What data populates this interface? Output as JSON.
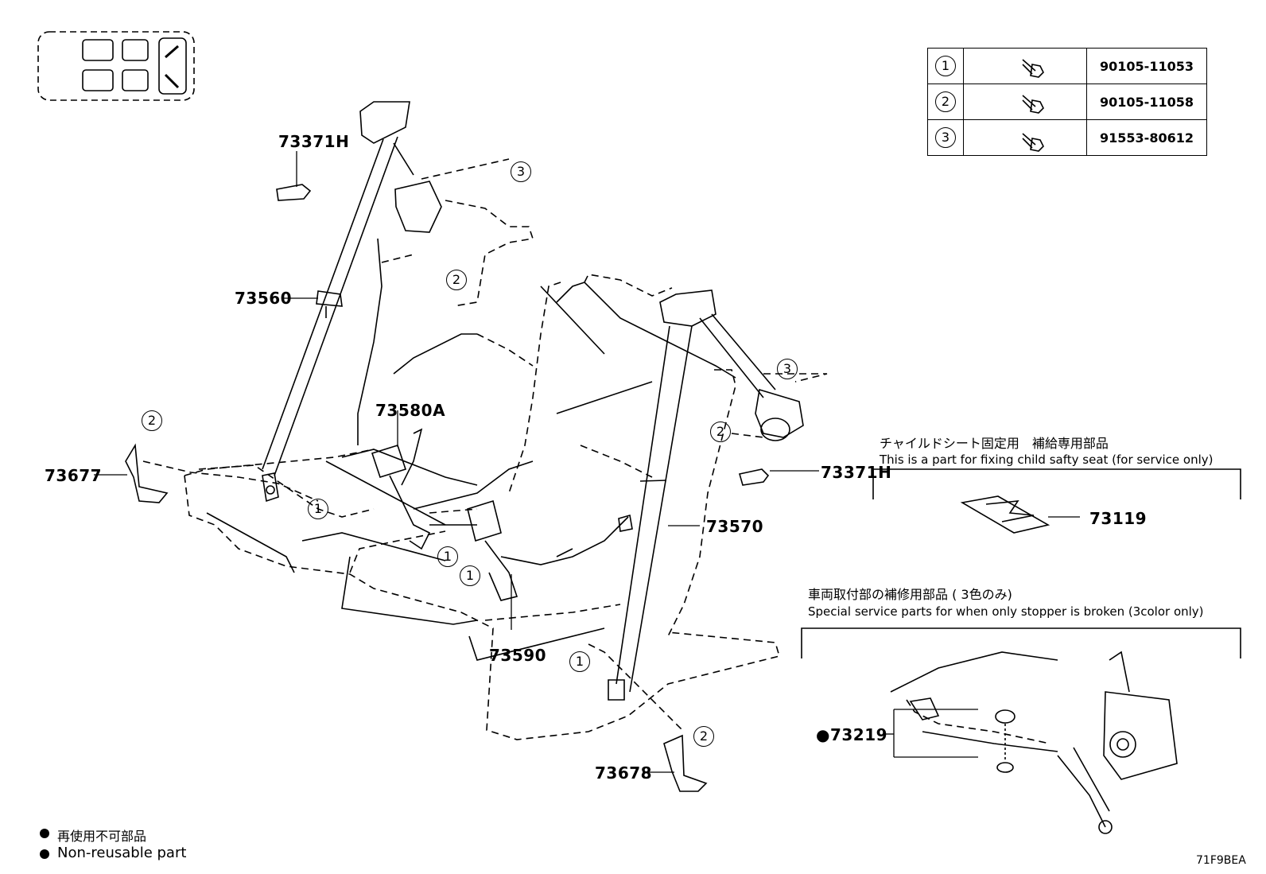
{
  "bolt_table": [
    {
      "num": "1",
      "part_no": "90105-11053"
    },
    {
      "num": "2",
      "part_no": "90105-11058"
    },
    {
      "num": "3",
      "part_no": "91553-80612"
    }
  ],
  "parts": {
    "p73371H_a": "73371H",
    "p73560": "73560",
    "p73580A": "73580A",
    "p73677": "73677",
    "p73590": "73590",
    "p73570": "73570",
    "p73371H_b": "73371H",
    "p73119": "73119",
    "p73678": "73678",
    "p73219": "●73219"
  },
  "callouts": {
    "c3a": "3",
    "c2a": "2",
    "c2b": "2",
    "c1a": "1",
    "c1b": "1",
    "c1c": "1",
    "c3b": "3",
    "c2c": "2",
    "c1d": "1",
    "c2d": "2"
  },
  "notes": {
    "child_seat_jp": "チャイルドシート固定用　補給専用部品",
    "child_seat_en": "This is a part for fixing child safty seat (for service only)",
    "stopper_jp": "車両取付部の補修用部品 ( 3色のみ)",
    "stopper_en": "Special service parts for when only stopper is broken (3color only)"
  },
  "legend": {
    "jp": "再使用不可部品",
    "en": "Non-reusable part"
  },
  "figure_code": "71F9BEA"
}
